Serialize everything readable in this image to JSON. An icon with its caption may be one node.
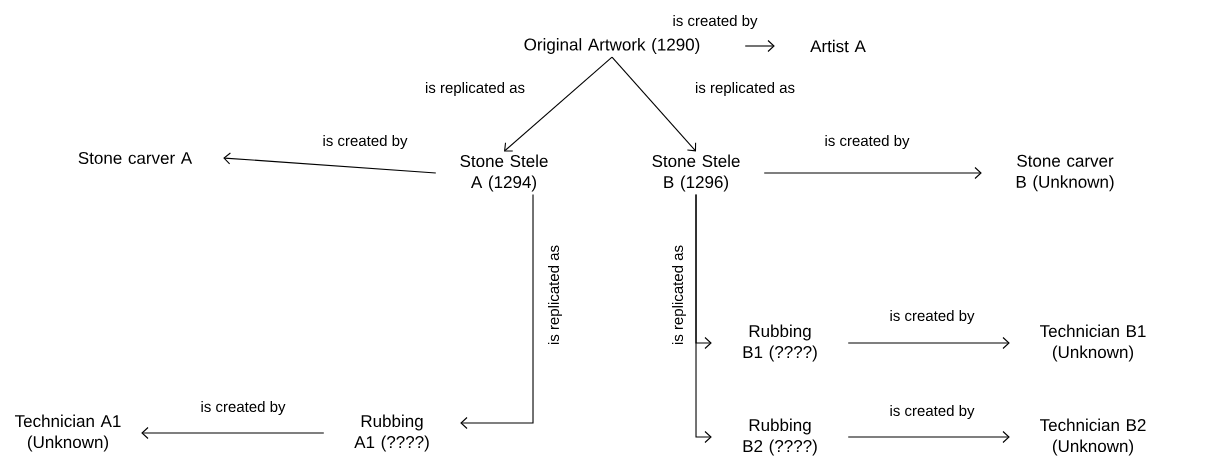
{
  "diagram": {
    "nodes": [
      {
        "text": [
          "Original Artwork (1290)"
        ]
      },
      {
        "text": [
          "Artist A"
        ]
      },
      {
        "text": [
          "Stone Stele A (1294)"
        ]
      },
      {
        "text": [
          "Stone Stele B (1296)"
        ]
      },
      {
        "text": [
          "Stone carver A"
        ]
      },
      {
        "text": [
          "Stone carver B (Unknown)"
        ]
      },
      {
        "text": [
          "Rubbing B1 (????)"
        ]
      },
      {
        "text": [
          "Technician B1 (Unknown)"
        ]
      },
      {
        "text": [
          "Technician A1 (Unknown)"
        ]
      },
      {
        "text": [
          "Rubbing A1 (????)"
        ]
      },
      {
        "text": [
          "Rubbing B2 (????)"
        ]
      },
      {
        "text": [
          "Technician B2 (Unknown)"
        ]
      }
    ],
    "edges": [
      {
        "from": 0,
        "to": 1,
        "arrow": "to",
        "label": "is created by"
      },
      {
        "from": 0,
        "to": 2,
        "arrow": "to",
        "label": "is replicated as"
      },
      {
        "from": 0,
        "to": 3,
        "arrow": "to",
        "label": "is replicated as"
      },
      {
        "from": 2,
        "to": 4,
        "arrow": "to",
        "label": "is created by"
      },
      {
        "from": 3,
        "to": 5,
        "arrow": "to",
        "label": "is created by"
      },
      {
        "from": 2,
        "to": 9,
        "arrow": "to",
        "label": "is replicated as"
      },
      {
        "from": 3,
        "to": 6,
        "arrow": "to",
        "label": "is replicated as"
      },
      {
        "from": 3,
        "to": 10,
        "arrow": "to"
      },
      {
        "from": 6,
        "to": 7,
        "arrow": "to",
        "label": "is created by"
      },
      {
        "from": 9,
        "to": 8,
        "arrow": "to",
        "label": "is created by"
      },
      {
        "from": 10,
        "to": 11,
        "arrow": "to",
        "label": "is created by"
      }
    ]
  }
}
